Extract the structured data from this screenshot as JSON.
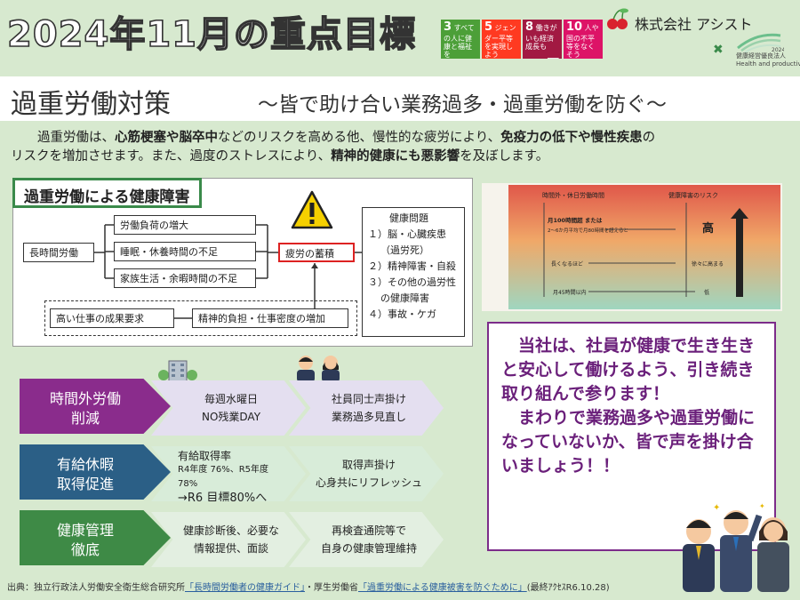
{
  "header": {
    "title": "2024年11月の重点目標",
    "company": "株式会社 アシスト",
    "kenko_label": "健康経営優良法人",
    "kenko_sub": "Health and productivity",
    "kenko_year": "2024"
  },
  "sdgs": [
    {
      "num": "3",
      "text": "すべての人に健康と福祉を",
      "color": "#4c9f38",
      "icon": "heartbeat-icon"
    },
    {
      "num": "5",
      "text": "ジェンダー平等を実現しよう",
      "color": "#ff3a21",
      "icon": "gender-icon"
    },
    {
      "num": "8",
      "text": "働きがいも経済成長も",
      "color": "#a21942",
      "icon": "growth-chart-icon"
    },
    {
      "num": "10",
      "text": "人や国の不平等をなくそう",
      "color": "#dd1367",
      "icon": "equality-icon"
    }
  ],
  "band": {
    "main": "過重労働対策",
    "sub": "～皆で助け合い業務過多・過重労働を防ぐ～"
  },
  "intro": {
    "p1": "過重労働は、",
    "b1": "心筋梗塞や脳卒中",
    "p2": "などのリスクを高める他、慢性的な疲労により、",
    "b2": "免疫力の低下や慢性疾患",
    "p3": "の",
    "p4": "リスクを増加させます。また、過度のストレスにより、",
    "b3": "精神的健康にも悪影響",
    "p5": "を及ぼします。"
  },
  "diagram": {
    "title": "過重労働による健康障害",
    "long_hours": "長時間労働",
    "burden": "労働負荷の増大",
    "sleep": "睡眠・休養時間の不足",
    "family": "家族生活・余暇時間の不足",
    "fatigue": "疲労の蓄積",
    "high_demand": "高い仕事の成果要求",
    "mental_burden": "精神的負担・仕事密度の増加",
    "health_title": "健康問題",
    "health_items": [
      "１）脳・心臓疾患",
      "（過労死）",
      "２）精神障害・自殺",
      "３）その他の過労性",
      "の健康障害",
      "４）事故・ケガ"
    ]
  },
  "risk": {
    "col1": "時間外・休日労働時間",
    "col2": "健康障害のリスク",
    "r1a": "月100時間超",
    "r1b": "または",
    "r1c": "2～6か月平均で月80時間を超えると",
    "r1risk": "高",
    "r2a": "長くなるほど",
    "r2risk": "徐々に高まる",
    "r3a": "月45時間以内",
    "r3risk": "低"
  },
  "message": {
    "p1": "当社は、社員が健康で生き生きと安心して働けるよう、引き続き取り組んで参ります！",
    "p2": "まわりで業務過多や過重労働になっていないか、皆で声を掛け合いましょう！！"
  },
  "actions": [
    {
      "label1": "時間外労働",
      "label2": "削減",
      "a1": "毎週水曜日",
      "a2": "NO残業DAY",
      "b1": "社員同士声掛け",
      "b2": "業務過多見直し"
    },
    {
      "label1": "有給休暇",
      "label2": "取得促進",
      "a1": "有給取得率",
      "a2": "R4年度 76%、R5年度 78%",
      "a3": "→R6 目標80%へ",
      "b1": "取得声掛け",
      "b2": "心身共にリフレッシュ"
    },
    {
      "label1": "健康管理",
      "label2": "徹底",
      "a1": "健康診断後、必要な",
      "a2": "情報提供、面談",
      "b1": "再検査通院等で",
      "b2": "自身の健康管理維持"
    }
  ],
  "footer": {
    "prefix": "出典：独立行政法人労働安全衛生総合研究所",
    "link1": "「長時間労働者の健康ガイド」",
    "mid": "・厚生労働省",
    "link2": "「過重労働による健康被害を防ぐために」",
    "suffix": "(最終ｱｸｾｽR6.10.28)"
  }
}
